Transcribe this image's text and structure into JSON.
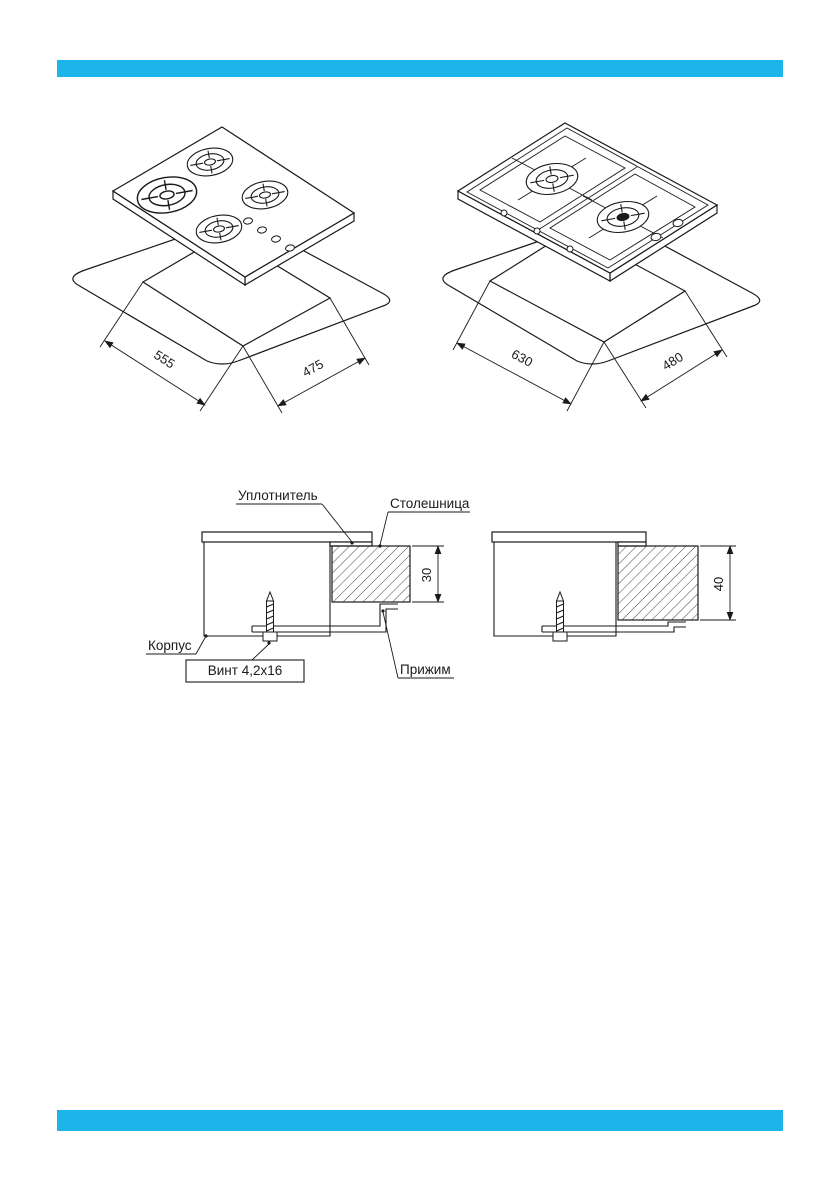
{
  "page": {
    "accent_color": "#1db4ea"
  },
  "cutout_drawings": {
    "left": {
      "width": "555",
      "depth": "475"
    },
    "right": {
      "width": "630",
      "depth": "480"
    }
  },
  "mounting_sections": {
    "left": {
      "seal_label": "Уплотнитель",
      "countertop_label": "Столешница",
      "countertop_thickness": "30",
      "body_label": "Корпус",
      "screw_label": "Винт 4,2х16",
      "clamp_label": "Прижим"
    },
    "right": {
      "countertop_thickness": "40"
    }
  }
}
